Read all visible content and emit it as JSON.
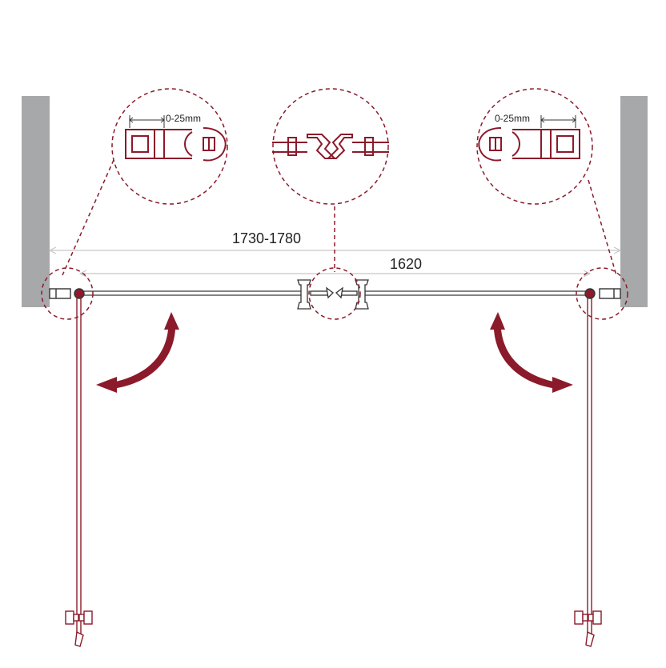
{
  "dimensions": {
    "overall": "1730-1780",
    "inner": "1620"
  },
  "details": {
    "left_adjust": "0-25mm",
    "right_adjust": "0-25mm"
  },
  "colors": {
    "accent": "#8b1a2b",
    "wall": "#a7a8aa",
    "dim_line": "#c8c8c8",
    "glass": "#333333"
  }
}
